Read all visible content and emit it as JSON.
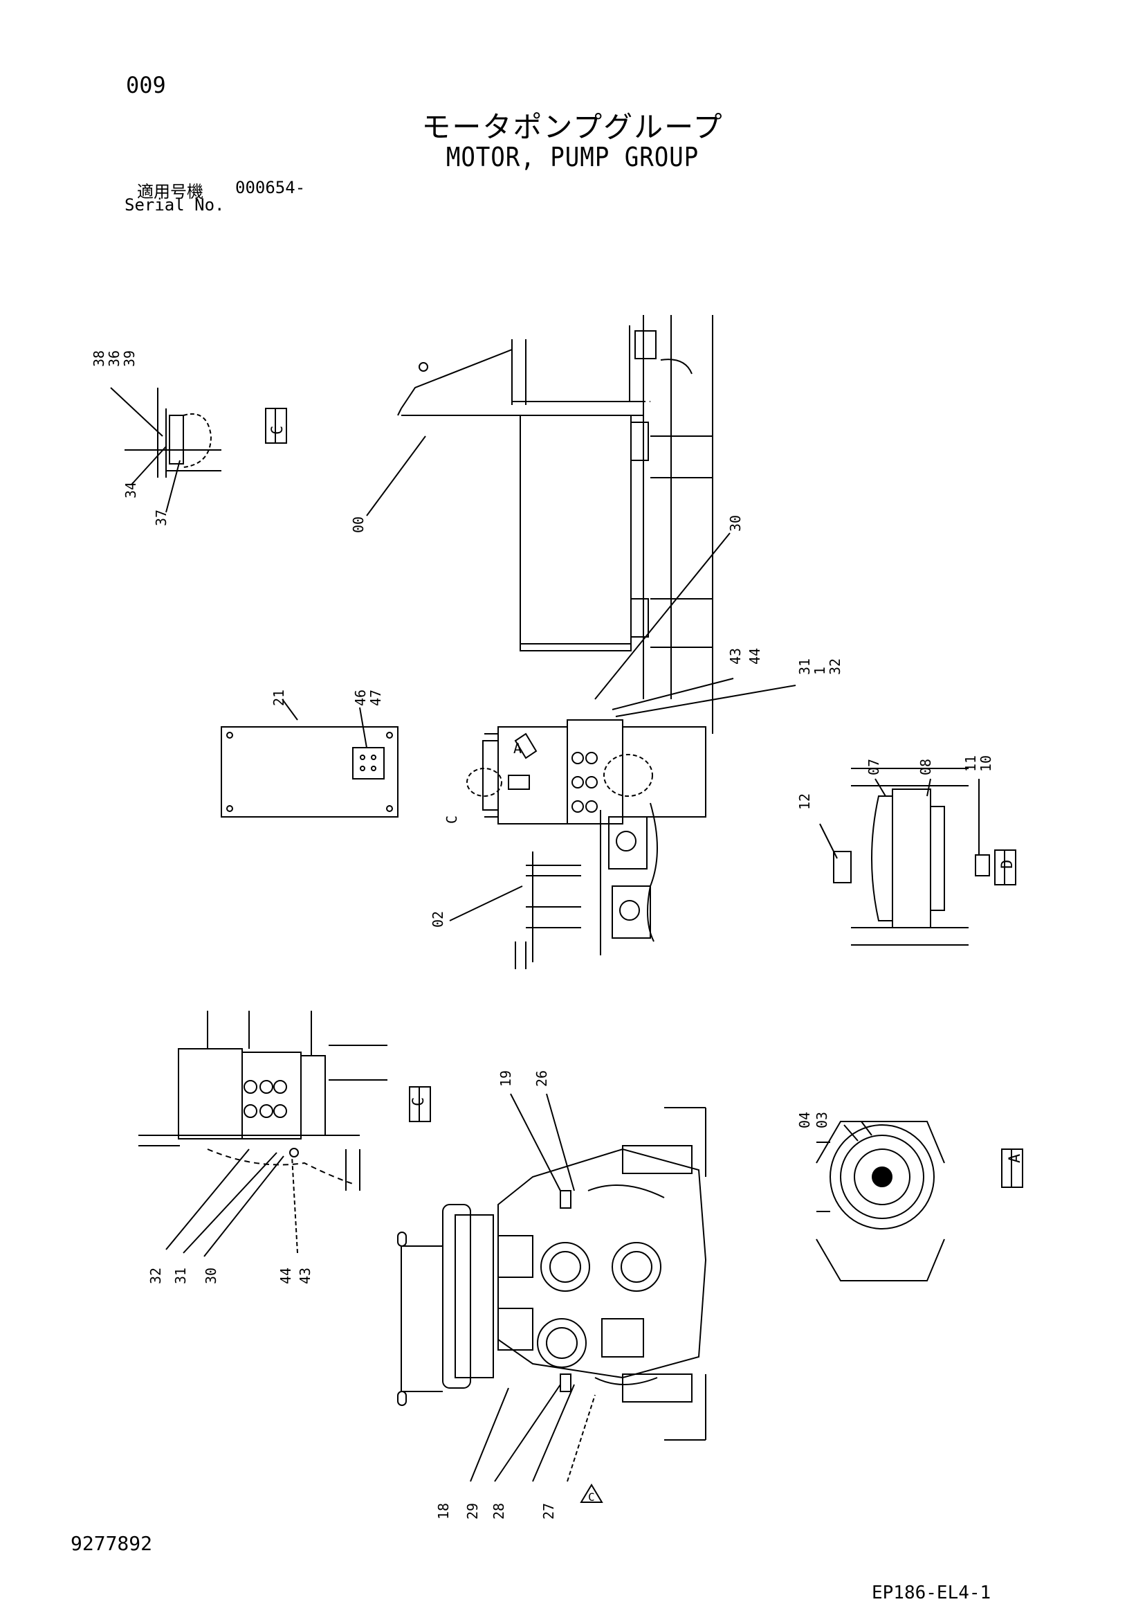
{
  "header": {
    "page_number": "009",
    "title_jp": "モータポンプグループ",
    "title_en": "MOTOR, PUMP GROUP",
    "serial_label_jp": "適用号機",
    "serial_value": "000654-",
    "serial_label_en": "Serial No."
  },
  "footer": {
    "document_number": "9277892",
    "page_code": "EP186-EL4-1"
  },
  "callouts": {
    "top_left": [
      "38",
      "36",
      "39",
      "34",
      "37"
    ],
    "main": [
      "00",
      "30",
      "43",
      "44",
      "31",
      "1",
      "32",
      "21",
      "46",
      "47",
      "C",
      "02",
      "12",
      "07",
      "08",
      "11",
      "10"
    ],
    "lower_left": [
      "32",
      "31",
      "30",
      "44",
      "43"
    ],
    "bottom": [
      "19",
      "26",
      "18",
      "29",
      "28",
      "27"
    ],
    "right_view": [
      "04",
      "03"
    ]
  },
  "view_labels": {
    "view_c_top": "C",
    "view_c_left": "C",
    "view_a": "A",
    "detail_d": "D",
    "arrow_a": "A",
    "arrow_c": "C"
  },
  "colors": {
    "ink": "#000000",
    "paper": "#ffffff"
  }
}
